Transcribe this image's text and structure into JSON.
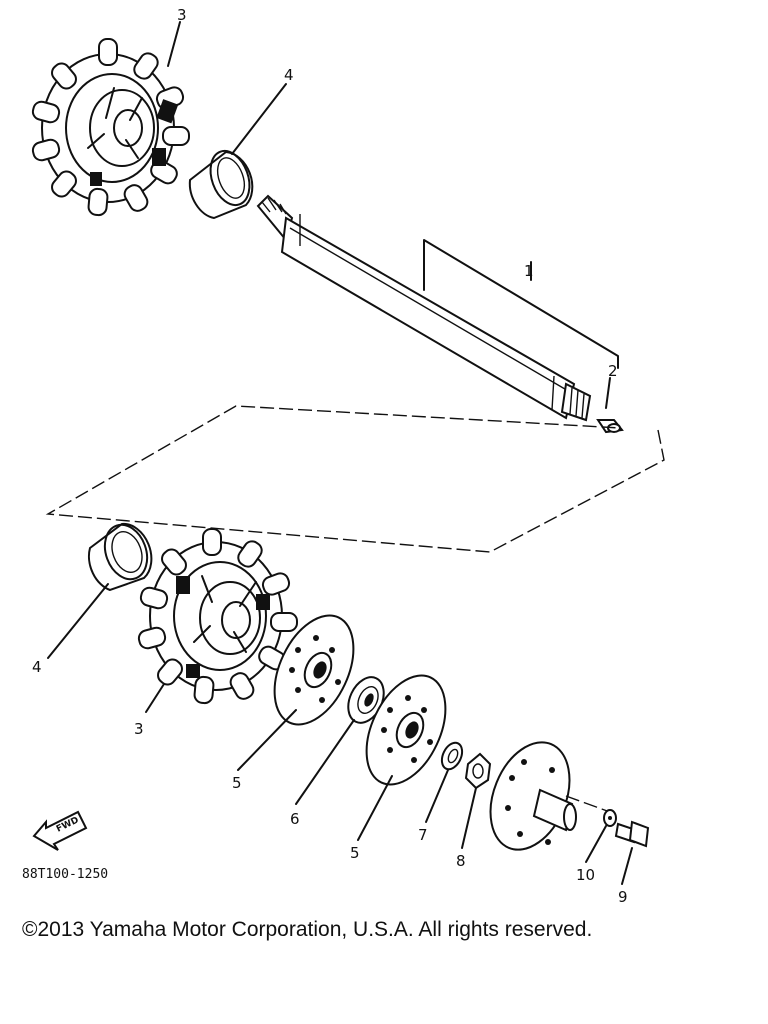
{
  "diagram_code": "88T100-1250",
  "copyright": "©2013 Yamaha Motor Corporation, U.S.A. All rights reserved.",
  "fwd_label": "FWD",
  "callouts": {
    "shaft": "1",
    "plug": "2",
    "sprocket_top": "3",
    "bushing_top": "4",
    "bushing_bottom": "4",
    "sprocket_bottom": "3",
    "plate_left": "5",
    "bearing": "6",
    "plate_right": "5",
    "washer": "7",
    "nut": "8",
    "bolt": "9",
    "lock_washer": "10"
  }
}
